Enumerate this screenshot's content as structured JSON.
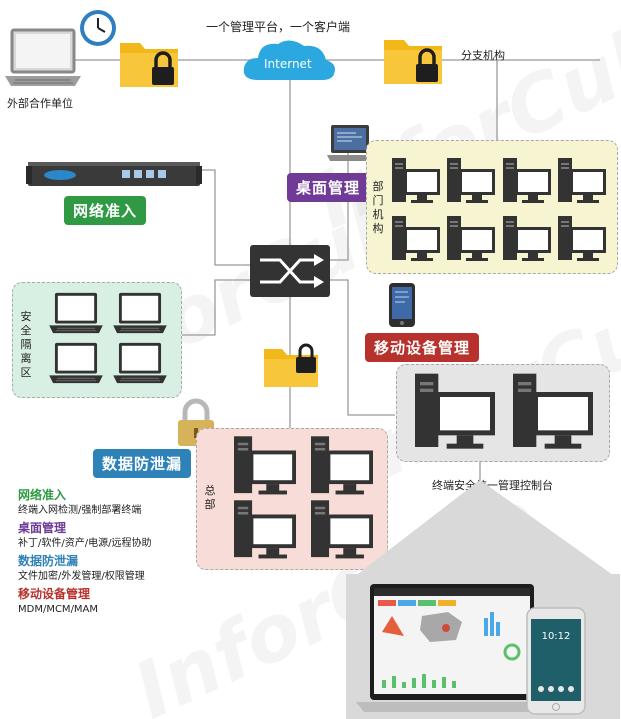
{
  "title": "一个管理平台，一个客户端",
  "cloud_label": "Internet",
  "nodes": {
    "partner": "外部合作单位",
    "branch": "分支机构",
    "department": "部门机构",
    "safe_zone": "安全隔离区",
    "hq": "总部",
    "console": "终端安全统一管理控制台"
  },
  "badges": {
    "network": "网络准入",
    "desktop": "桌面管理",
    "mobile": "移动设备管理",
    "dlp": "数据防泄漏"
  },
  "legend": [
    {
      "heading": "网络准入",
      "detail": "终端入网检测/强制部署终端",
      "color": "#2f9a43"
    },
    {
      "heading": "桌面管理",
      "detail": "补丁/软件/资产/电源/远程协助",
      "color": "#6f3b97"
    },
    {
      "heading": "数据防泄漏",
      "detail": "文件加密/外发管理/权限管理",
      "color": "#2f82b8"
    },
    {
      "heading": "移动设备管理",
      "detail": "MDM/MCM/MAM",
      "color": "#b8322d"
    }
  ],
  "watermark": "InforCube",
  "colors": {
    "network": "#2f9a43",
    "desktop": "#6f3b97",
    "dlp": "#2f82b8",
    "mobile": "#b8322d",
    "folder": "#f2b718",
    "cloud": "#2aa8df",
    "zone_yellow": "#f7f4d2",
    "zone_green": "#d8f0e3",
    "zone_gray": "#e5e5e5",
    "zone_pink": "#f8dcd8"
  },
  "icons": [
    "clock-icon",
    "laptop-icon",
    "folder-lock-icon",
    "cloud-icon",
    "switch-icon",
    "server-rack-icon",
    "desktop-computer-icon",
    "mobile-phone-icon",
    "padlock-icon",
    "tablet-icon"
  ]
}
